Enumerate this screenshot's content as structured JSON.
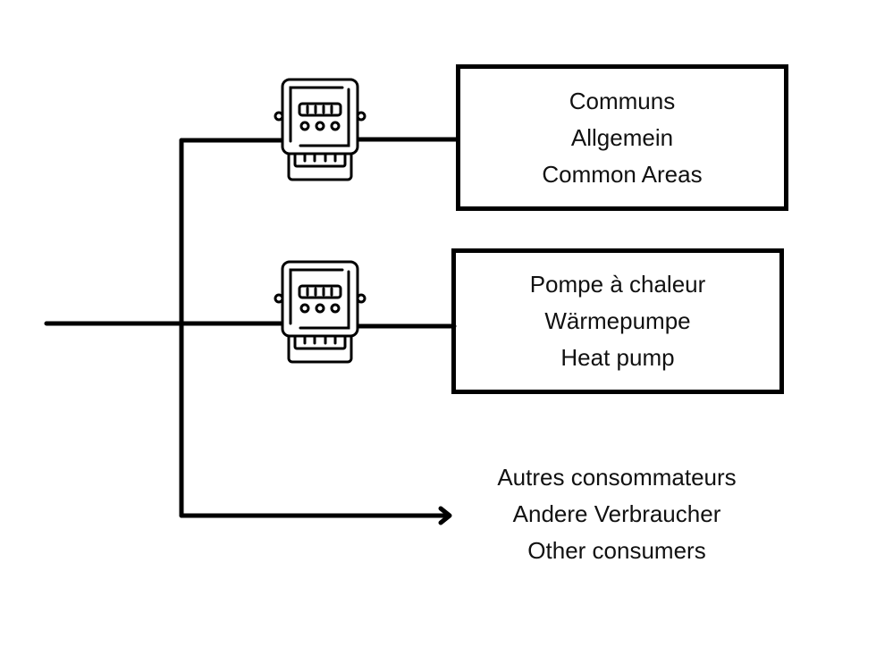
{
  "diagram": {
    "title": "",
    "line_color": "#000000",
    "background": "#ffffff",
    "branches": [
      {
        "id": "common-areas",
        "has_meter": true,
        "meter_icon": "electricity-meter-icon",
        "labels": [
          "Communs",
          "Allgemein",
          "Common Areas"
        ]
      },
      {
        "id": "heat-pump",
        "has_meter": true,
        "meter_icon": "electricity-meter-icon",
        "labels": [
          "Pompe à chaleur",
          "Wärmepumpe",
          "Heat pump"
        ]
      },
      {
        "id": "other-consumers",
        "has_meter": false,
        "arrow_icon": "arrow-right-icon",
        "labels": [
          "Autres consommateurs",
          "Andere Verbraucher",
          "Other consumers"
        ]
      }
    ]
  }
}
